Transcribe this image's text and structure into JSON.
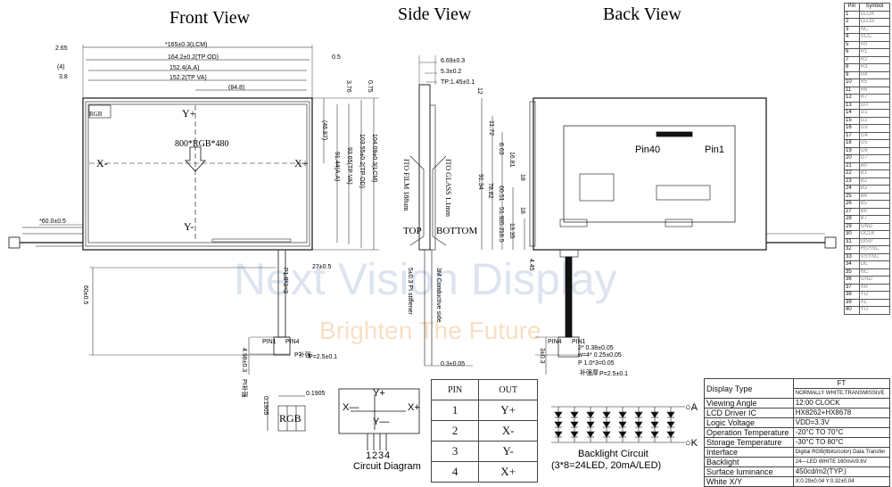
{
  "titles": {
    "front": "Front View",
    "side": "Side View",
    "back": "Back View"
  },
  "watermark": {
    "brand": "Next Vision Display",
    "slogan": "Brighten The Future"
  },
  "front": {
    "dims_top": [
      "*165±0.3(LCM)",
      "164.2±0.2(TP OD)",
      "152.4(A.A)",
      "152.2(TP VA)",
      "(84.8)"
    ],
    "dims_left": [
      "2.65",
      "(4)",
      "3.8"
    ],
    "dim_right_05": "0.5",
    "dims_right": [
      "3.76",
      "0.75",
      "(46.87)",
      "91.44(A.A)",
      "93.65(TP VA)",
      "103.55±0.2(TP OD)",
      "104.09±0.3(LCM)"
    ],
    "rgb": "RGB",
    "resolution": "800*RGB*480",
    "axis": {
      "y_plus": "Y+",
      "y_minus": "Y-",
      "x_minus": "X-",
      "x_plus": "X+"
    },
    "connector_dim": "*60.0±0.5",
    "fpc_dim": "27±0.5",
    "fpc_len": "60±0.5",
    "pin1": "PIN1",
    "pin4": "PIN4",
    "pitch": "P1.0*3=3",
    "p_dim": "P=2.5±0.1",
    "p_note": "P补强",
    "tail_dim": "4.98±0.3",
    "pi_note": "PI补强",
    "pixel_dims": [
      "0.1905",
      "0.1905"
    ],
    "pixel_rgb": "RGB"
  },
  "side": {
    "dims": [
      "6.69±0.3",
      "5.3±0.2",
      "TP:1.45±0.1"
    ],
    "film": "ITO FILM 188um",
    "glass": "ITO GLASS 1.1mm",
    "top": "TOP",
    "bottom": "BOTTOM",
    "stiffener": "5±0.3 PI stiffener",
    "conductive": "3M Conductive side",
    "thickness": "0.3±0.05"
  },
  "back": {
    "dims_v": [
      "12",
      "11.72",
      "91.34",
      "78.82",
      "60.51",
      "51.9",
      "35.2",
      "18.5",
      "13.35",
      "8.63",
      "16.81",
      "18",
      "18"
    ],
    "pin40": "Pin40",
    "pin1": "Pin1",
    "dim_445": "4.45",
    "pin4": "PIN4",
    "pin1_b": "PIN1",
    "fpc_dims": [
      "2* 0.38±0.05",
      "w=4* 0.25±0.05",
      "P 1.0*3=0.05"
    ],
    "p_dim": "P=2.5±0.1",
    "p_note": "补强厚",
    "side_dim": "3±0.3"
  },
  "circuit": {
    "y_plus": "Y+",
    "x_minus": "X—",
    "x_plus": "X+",
    "y_minus": "Y—",
    "pins": [
      "1",
      "2",
      "3",
      "4"
    ],
    "caption": "Circuit Diagram"
  },
  "pin_table": {
    "header": [
      "PIN",
      "OUT"
    ],
    "rows": [
      [
        "1",
        "Y+"
      ],
      [
        "2",
        "X-"
      ],
      [
        "3",
        "Y-"
      ],
      [
        "4",
        "X+"
      ]
    ]
  },
  "backlight": {
    "anode": "○A",
    "cathode": "○K",
    "caption": "Backlight Circuit",
    "spec": "(3*8=24LED, 20mA/LED)"
  },
  "lcd_pins": {
    "header": [
      "Pin",
      "Symbol"
    ],
    "rows": [
      [
        "1",
        "LEDK"
      ],
      [
        "2",
        "LEDA"
      ],
      [
        "3",
        "NC"
      ],
      [
        "4",
        "VCC"
      ],
      [
        "5",
        "R0"
      ],
      [
        "6",
        "R1"
      ],
      [
        "7",
        "R2"
      ],
      [
        "8",
        "R3"
      ],
      [
        "9",
        "R4"
      ],
      [
        "10",
        "R5"
      ],
      [
        "11",
        "R6"
      ],
      [
        "12",
        "R7"
      ],
      [
        "13",
        "G0"
      ],
      [
        "14",
        "G1"
      ],
      [
        "15",
        "G2"
      ],
      [
        "16",
        "G3"
      ],
      [
        "17",
        "G4"
      ],
      [
        "18",
        "G5"
      ],
      [
        "19",
        "G6"
      ],
      [
        "20",
        "G7"
      ],
      [
        "21",
        "B0"
      ],
      [
        "22",
        "B1"
      ],
      [
        "23",
        "B2"
      ],
      [
        "24",
        "B3"
      ],
      [
        "25",
        "B4"
      ],
      [
        "26",
        "B5"
      ],
      [
        "27",
        "B6"
      ],
      [
        "28",
        "B7"
      ],
      [
        "29",
        "GND"
      ],
      [
        "30",
        "DCLK"
      ],
      [
        "31",
        "DISP"
      ],
      [
        "32",
        "HSYNC"
      ],
      [
        "33",
        "VSYNC"
      ],
      [
        "34",
        "DE"
      ],
      [
        "35",
        "NC"
      ],
      [
        "36",
        "GND"
      ],
      [
        "37",
        "XR"
      ],
      [
        "38",
        "YD"
      ],
      [
        "39",
        "XL"
      ],
      [
        "40",
        "YU"
      ]
    ]
  },
  "spec_table": [
    {
      "key": "Display Type",
      "values": [
        "FT",
        "NORMALLY WHITE,TRANSMISSIVE"
      ]
    },
    {
      "key": "Viewing Angle",
      "values": [
        "12:00 CLOCK"
      ]
    },
    {
      "key": "LCD Driver IC",
      "values": [
        "HX8262+HX8678"
      ]
    },
    {
      "key": "Logic Voltage",
      "values": [
        "VDD=3.3V"
      ]
    },
    {
      "key": "Operation Temperature",
      "values": [
        "-20°C TO 70°C"
      ]
    },
    {
      "key": "Storage Temperature",
      "values": [
        "-30°C TO 80°C"
      ]
    },
    {
      "key": "Interface",
      "values": [
        "Digital RGB(8bits/color) Data Transfer"
      ]
    },
    {
      "key": "Backlight",
      "values": [
        "24—LED WHITE 160mA/9.6V"
      ]
    },
    {
      "key": "Surface luminance",
      "values": [
        "450cd/m2(TYP.)"
      ]
    },
    {
      "key": "White X/Y",
      "values": [
        "X:0.29±0.04   Y:0.32±0.04"
      ]
    }
  ]
}
